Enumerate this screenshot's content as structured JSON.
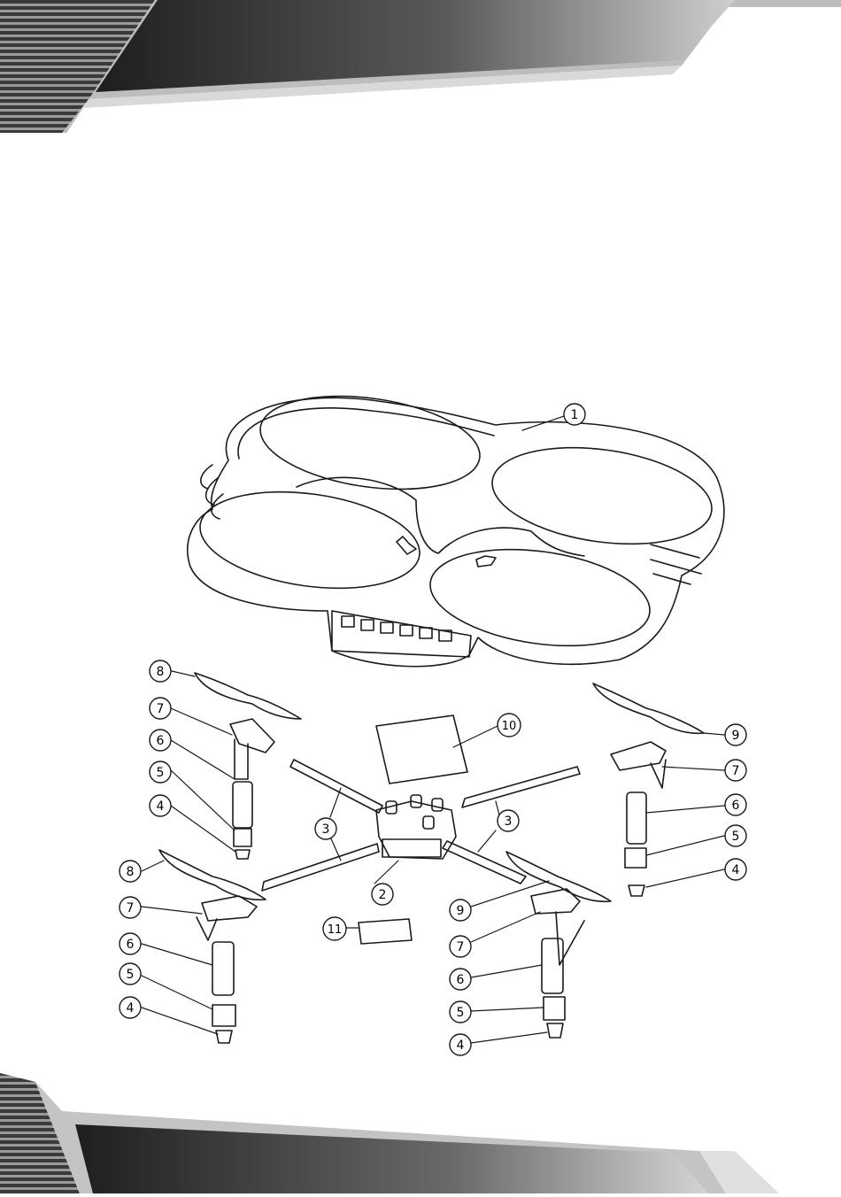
{
  "diagram": {
    "callouts": [
      {
        "id": "c-1",
        "number": "1"
      },
      {
        "id": "c-2",
        "number": "2"
      },
      {
        "id": "c-3a",
        "number": "3"
      },
      {
        "id": "c-3b",
        "number": "3"
      },
      {
        "id": "c-4a",
        "number": "4"
      },
      {
        "id": "c-4b",
        "number": "4"
      },
      {
        "id": "c-4c",
        "number": "4"
      },
      {
        "id": "c-4d",
        "number": "4"
      },
      {
        "id": "c-5a",
        "number": "5"
      },
      {
        "id": "c-5b",
        "number": "5"
      },
      {
        "id": "c-5c",
        "number": "5"
      },
      {
        "id": "c-5d",
        "number": "5"
      },
      {
        "id": "c-6a",
        "number": "6"
      },
      {
        "id": "c-6b",
        "number": "6"
      },
      {
        "id": "c-6c",
        "number": "6"
      },
      {
        "id": "c-6d",
        "number": "6"
      },
      {
        "id": "c-7a",
        "number": "7"
      },
      {
        "id": "c-7b",
        "number": "7"
      },
      {
        "id": "c-7c",
        "number": "7"
      },
      {
        "id": "c-7d",
        "number": "7"
      },
      {
        "id": "c-8a",
        "number": "8"
      },
      {
        "id": "c-8b",
        "number": "8"
      },
      {
        "id": "c-9a",
        "number": "9"
      },
      {
        "id": "c-9b",
        "number": "9"
      },
      {
        "id": "c-10",
        "number": "10"
      },
      {
        "id": "c-11",
        "number": "11"
      }
    ]
  },
  "colors": {
    "line": "#1a1a1a",
    "banner_dark": "#2b2b2b",
    "banner_light": "#bdbdbd"
  }
}
